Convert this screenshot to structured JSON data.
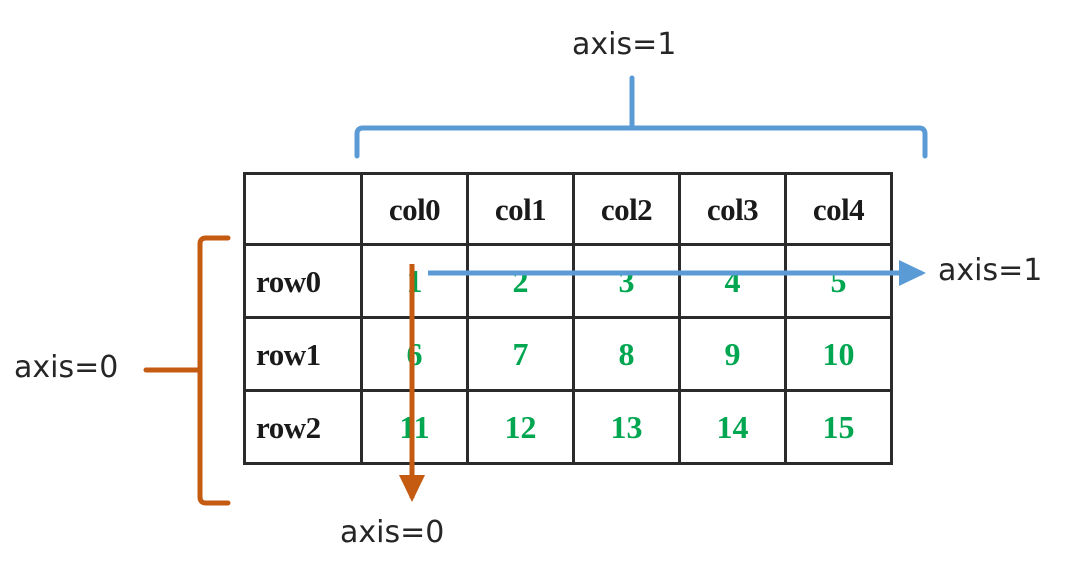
{
  "diagram": {
    "title": "pandas DataFrame axis directions",
    "colors": {
      "grid_border": "#2b2b2b",
      "value_green": "#00a650",
      "axis1_blue": "#5b9bd5",
      "axis0_orange": "#c55a11",
      "label_text": "#262626",
      "background": "#ffffff"
    }
  },
  "table": {
    "corner_label": "",
    "column_headers": [
      "col0",
      "col1",
      "col2",
      "col3",
      "col4"
    ],
    "row_headers": [
      "row0",
      "row1",
      "row2"
    ],
    "rows": [
      [
        "1",
        "2",
        "3",
        "4",
        "5"
      ],
      [
        "6",
        "7",
        "8",
        "9",
        "10"
      ],
      [
        "11",
        "12",
        "13",
        "14",
        "15"
      ]
    ]
  },
  "annotations": {
    "axis1_top": "axis=1",
    "axis1_right": "axis=1",
    "axis0_left": "axis=0",
    "axis0_bottom": "axis=0"
  }
}
